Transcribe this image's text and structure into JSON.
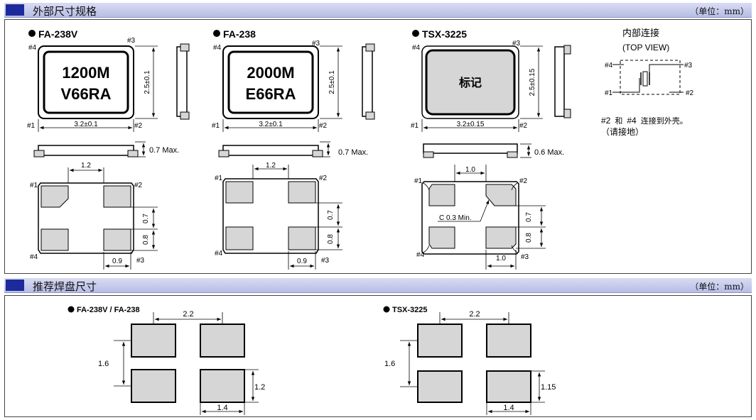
{
  "sections": [
    {
      "title": "外部尺寸规格",
      "unit": "（单位：mm）"
    },
    {
      "title": "推荐焊盘尺寸",
      "unit": "（单位：mm）"
    }
  ],
  "packages": [
    {
      "name": "FA-238V",
      "marking_line1": "1200M",
      "marking_line2": "V66RA",
      "dim_width": "3.2±0.1",
      "dim_height": "2.5±0.1",
      "thickness": "0.7 Max.",
      "pad_spacing_top": "1.2",
      "pad_h1": "0.7",
      "pad_h2": "0.8",
      "pad_w": "0.9"
    },
    {
      "name": "FA-238",
      "marking_line1": "2000M",
      "marking_line2": "E66RA",
      "dim_width": "3.2±0.1",
      "dim_height": "2.5±0.1",
      "thickness": "0.7 Max.",
      "pad_spacing_top": "1.2",
      "pad_h1": "0.7",
      "pad_h2": "0.8",
      "pad_w": "0.9"
    },
    {
      "name": "TSX-3225",
      "marking_line1": "标记",
      "dim_width": "3.2±0.15",
      "dim_height": "2.5±0.15",
      "thickness": "0.6 Max.",
      "pad_spacing_top": "1.0",
      "pad_h1": "0.7",
      "pad_h2": "0.8",
      "pad_w": "1.0",
      "chamfer_note": "C 0.3 Min."
    }
  ],
  "pins": {
    "p1": "#1",
    "p2": "#2",
    "p3": "#3",
    "p4": "#4"
  },
  "internal": {
    "title": "内部连接",
    "view": "(TOP VIEW)",
    "note_prefix": "#2",
    "note_and": "和",
    "note_mid": "#4",
    "note_suffix": "连接到外壳。",
    "note_line2": "（请接地）"
  },
  "land": [
    {
      "name": "FA-238V / FA-238",
      "spacing": "2.2",
      "height": "1.6",
      "pad_h": "1.2",
      "pad_w": "1.4"
    },
    {
      "name": "TSX-3225",
      "spacing": "2.2",
      "height": "1.6",
      "pad_h": "1.15",
      "pad_w": "1.4"
    }
  ],
  "colors": {
    "header_bar": "#b7bde6",
    "header_square": "#1d2a9c",
    "pad_fill": "#d6d6d6"
  }
}
